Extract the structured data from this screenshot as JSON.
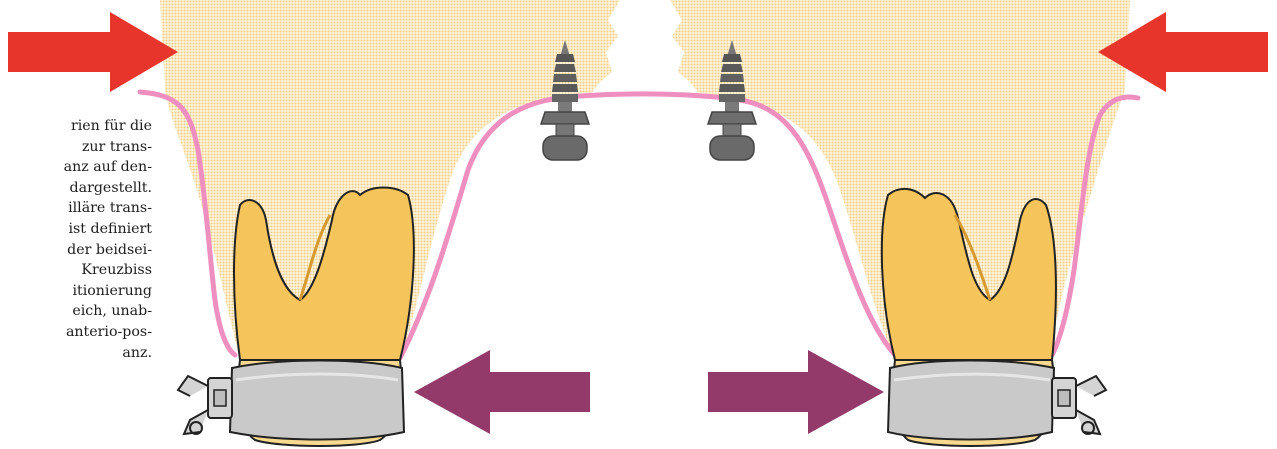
{
  "caption_lines": [
    "rien für die",
    "zur trans-",
    "anz auf den-",
    "dargestellt.",
    "illäre trans-",
    "ist definiert",
    "der beidsei-",
    "Kreuzbiss",
    "itionierung",
    "eich, unab-",
    "anterio-pos-",
    "anz."
  ],
  "colors": {
    "force_arrow": "#e8352b",
    "expansion_arrow": "#933a6b",
    "gingiva_line": "#ef8fc0",
    "bone_fill": "#f8dca0",
    "tooth_root": "#f5c45a",
    "tooth_crown": "#f7d98f",
    "band": "#c9c9c9",
    "screw": "#6a6a6a"
  },
  "icons": [
    "red-arrow-right",
    "red-arrow-left",
    "purple-arrow-left",
    "purple-arrow-right",
    "bone-screw",
    "molar-tooth",
    "orthodontic-band"
  ]
}
